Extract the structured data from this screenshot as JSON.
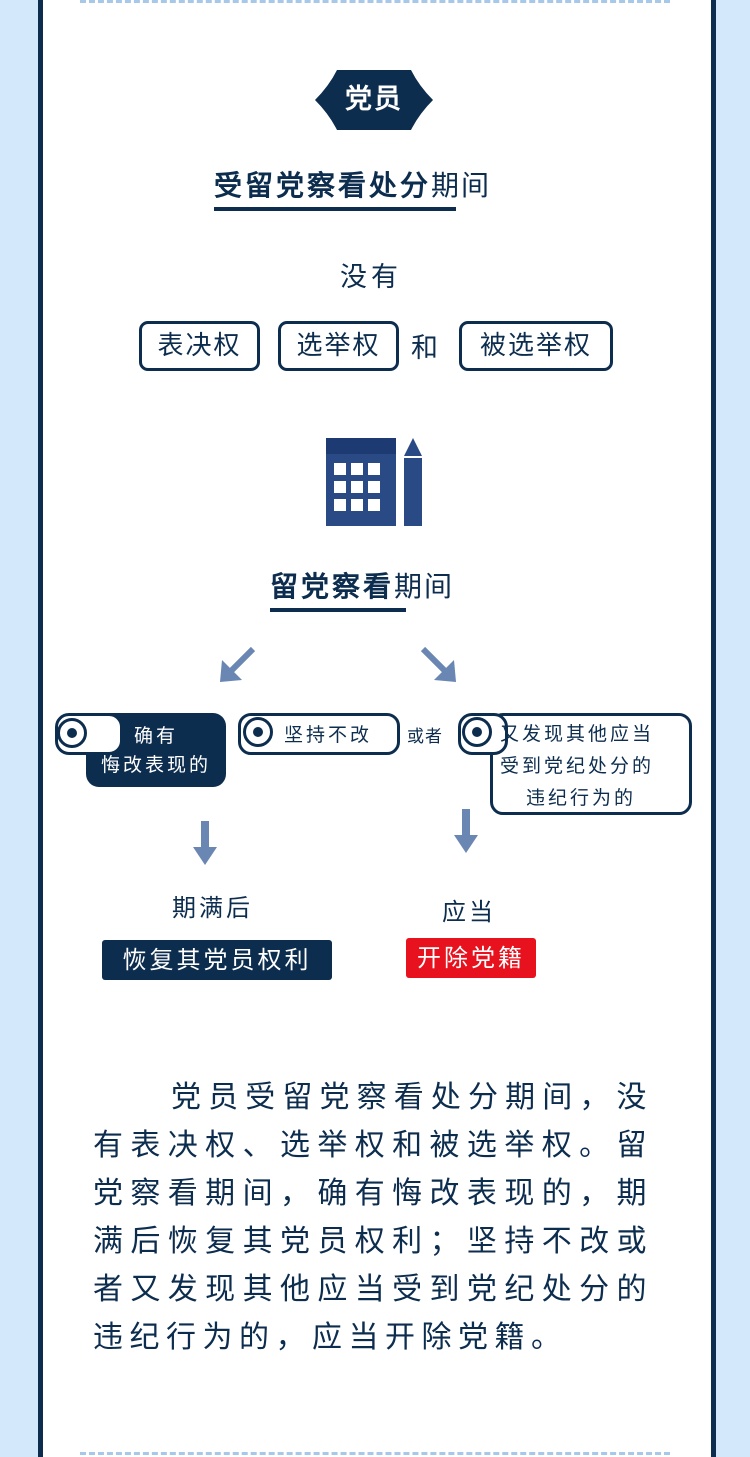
{
  "header": {
    "badge": "党员",
    "title_bold": "受留党察看处分",
    "title_suffix": "期间",
    "none_label": "没有"
  },
  "rights": {
    "item1": "表决权",
    "item2": "选举权",
    "conj": "和",
    "item3": "被选举权"
  },
  "period": {
    "title_bold": "留党察看",
    "title_suffix": "期间"
  },
  "branches": {
    "left_line1": "确有",
    "left_line2": "悔改表现的",
    "middle": "坚持不改",
    "or": "或者",
    "right_line1": "又发现其他应当",
    "right_line2": "受到党纪处分的",
    "right_line3": "违纪行为的"
  },
  "outcomes": {
    "left_caption": "期满后",
    "left_result": "恢复其党员权利",
    "right_caption": "应当",
    "right_result": "开除党籍"
  },
  "paragraph": "党员受留党察看处分期间，没有表决权、选举权和被选举权。留党察看期间，确有悔改表现的，期满后恢复其党员权利；坚持不改或者又发现其他应当受到党纪处分的违纪行为的，应当开除党籍。",
  "colors": {
    "navy": "#0d2d4f",
    "red": "#e8121e",
    "arrow": "#6a86b3",
    "calendar": "#2a4a86",
    "background": "#d4e8fb"
  },
  "icons": {
    "calendar": "calendar-pencil-icon",
    "arrow": "arrow-icon",
    "target": "target-icon"
  }
}
